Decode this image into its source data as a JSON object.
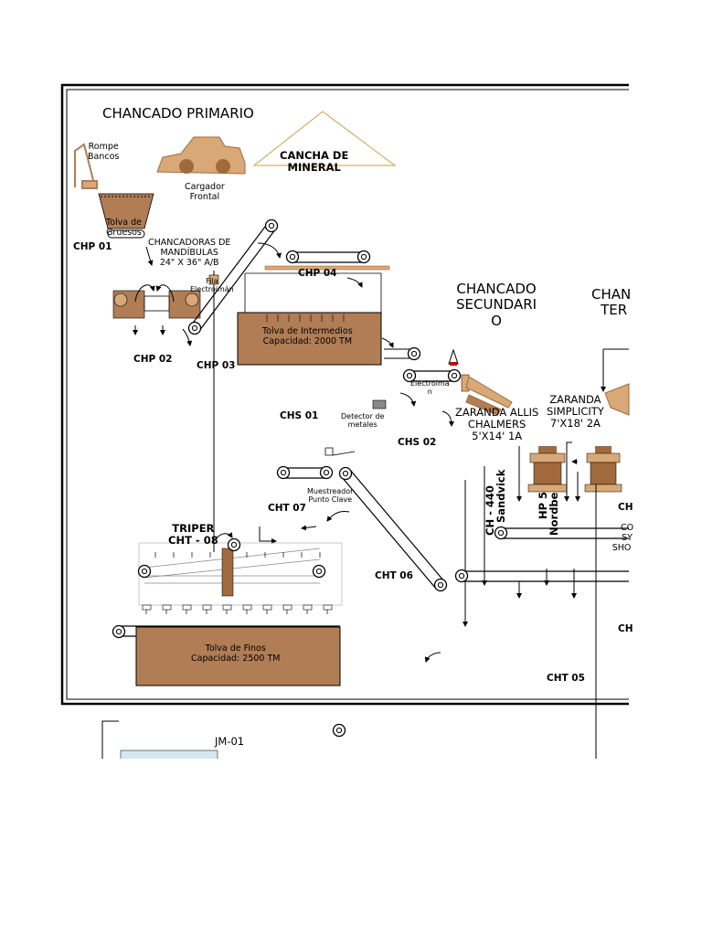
{
  "sections": {
    "primario": "CHANCADO PRIMARIO",
    "secundario_lines": [
      "CHANCADO",
      "SECUNDARI",
      "O"
    ],
    "terciario_lines": [
      "CHAN",
      "TER"
    ]
  },
  "labels": {
    "rompe_bancos": [
      "Rompe",
      "Bancos"
    ],
    "cargador_frontal": [
      "Cargador",
      "Frontal"
    ],
    "cancha_mineral": [
      "CANCHA DE",
      "MINERAL"
    ],
    "tolva_gruesos": [
      "Tolva de",
      "Gruesos"
    ],
    "chancadoras": [
      "CHANCADORAS DE",
      "MANDÍBULAS",
      "24\" X 36\" A/B"
    ],
    "electroiman_1": [
      "Fila",
      "Electroimán"
    ],
    "tolva_intermedios": [
      "Tolva de Intermedios",
      "Capacidad: 2000 TM"
    ],
    "electroiman_2": [
      "Electroima",
      "n"
    ],
    "detector_metales": [
      "Detector de",
      "metales"
    ],
    "zaranda_allis": [
      "ZARANDA ALLIS",
      "CHALMERS",
      "5'X14' 1A"
    ],
    "zaranda_simplicity": [
      "ZARANDA",
      "SIMPLICITY",
      "7'X18' 2A"
    ],
    "muestreador": [
      "Muestreador",
      "Punto Clave"
    ],
    "triper": [
      "TRIPER",
      "CHT - 08"
    ],
    "tolva_finos": [
      "Tolva de Finos",
      "Capacidad: 2500 TM"
    ],
    "ch440": "CH - 440",
    "sandvick": "Sandvick",
    "hp5": "HP 5",
    "nordberg": "Nordbe",
    "cone_partial": [
      "CO",
      "SY",
      "SHO"
    ],
    "jm01": "JM-01"
  },
  "codes": {
    "chp01": "CHP  01",
    "chp02": "CHP 02",
    "chp03": "CHP  03",
    "chp04": "CHP 04",
    "chs01": "CHS 01",
    "chs02": "CHS 02",
    "cht05": "CHT 05",
    "cht06": "CHT 06",
    "cht07": "CHT 07",
    "ch_partial_1": "CH",
    "ch_partial_2": "CH"
  },
  "colors": {
    "tolva_fill": "#b07d55",
    "equipment": "#a06a3d",
    "equipment_light": "#d9a877",
    "line": "#000000"
  }
}
